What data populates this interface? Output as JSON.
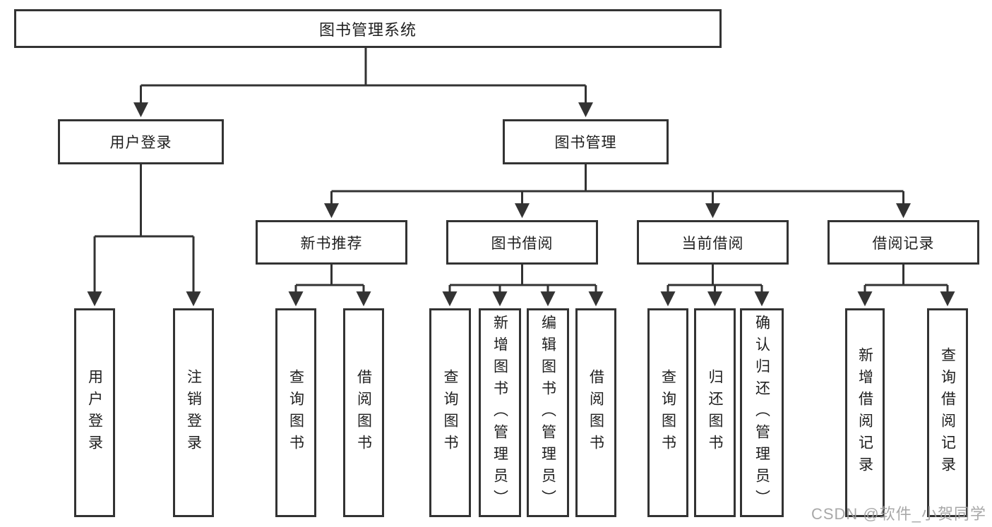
{
  "diagram": {
    "title": "图书管理系统",
    "level2": {
      "userLogin": "用户登录",
      "bookManagement": "图书管理"
    },
    "level3": {
      "newBookRecommend": "新书推荐",
      "bookBorrow": "图书借阅",
      "currentBorrow": "当前借阅",
      "borrowRecords": "借阅记录"
    },
    "leaves": {
      "userLogin": "用户登录",
      "logout": "注销登录",
      "queryBooks1": "查询图书",
      "borrowBooks1": "借阅图书",
      "queryBooks2": "查询图书",
      "addBooksAdmin": "新增图书（管理员）",
      "editBooksAdmin": "编辑图书（管理员）",
      "borrowBooks2": "借阅图书",
      "queryBooks3": "查询图书",
      "returnBooks": "归还图书",
      "confirmReturnAdmin": "确认归还（管理员）",
      "addBorrowRecord": "新增借阅记录",
      "queryBorrowRecord": "查询借阅记录"
    }
  },
  "watermark": "CSDN @软件_小贺同学",
  "colors": {
    "line": "#333333",
    "text": "#1f1f1f",
    "background": "#ffffff",
    "watermark": "#9e9e9e"
  }
}
